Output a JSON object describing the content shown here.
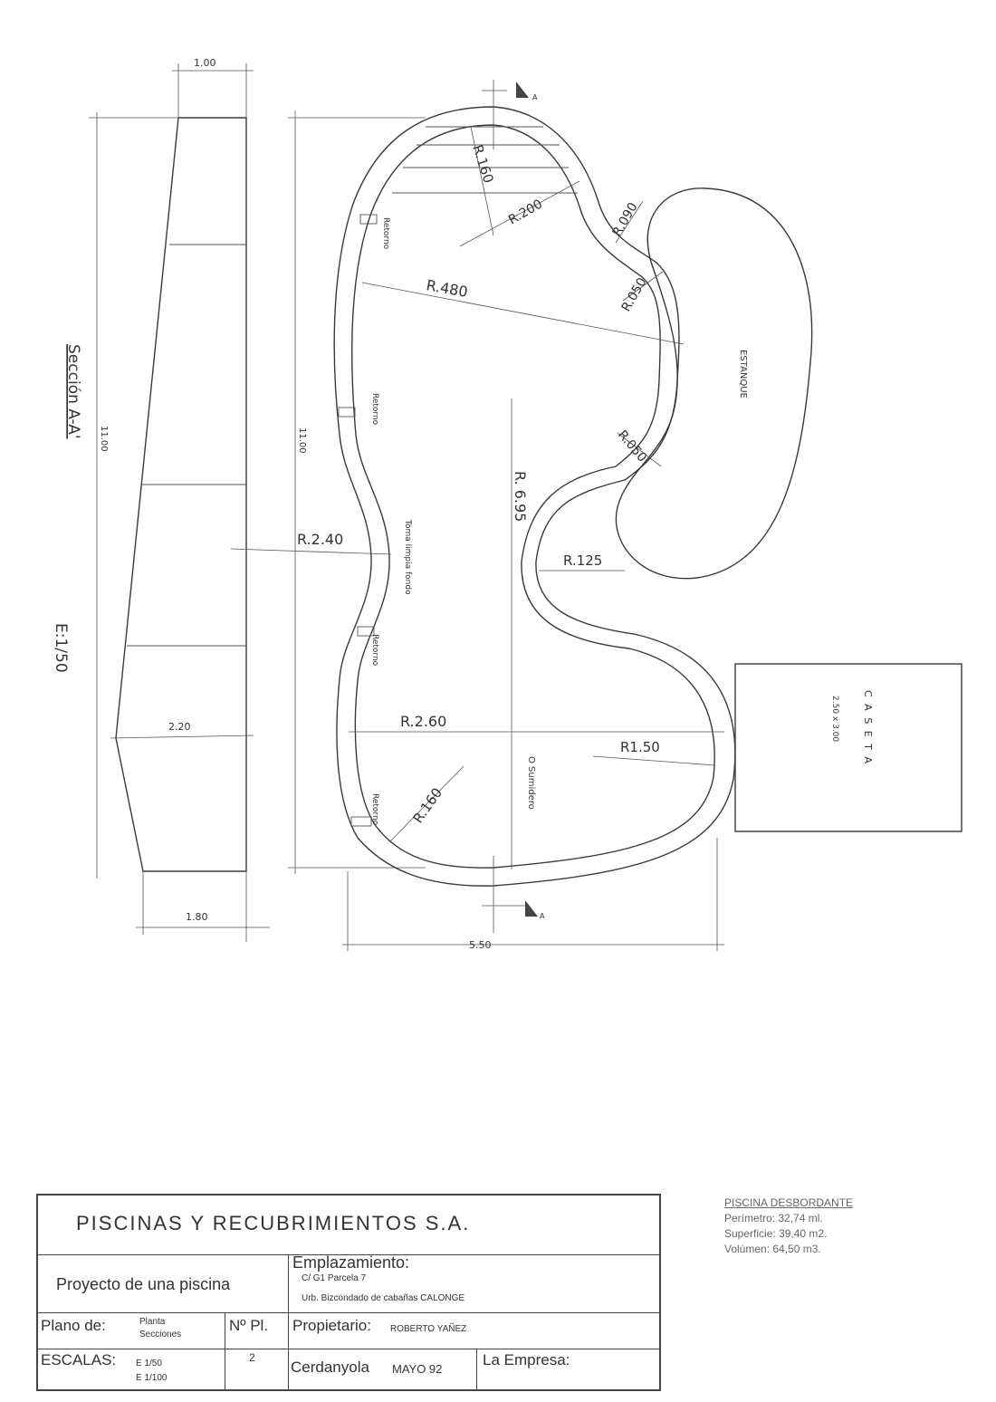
{
  "section": {
    "title": "Sección A-A'",
    "scale": "E:1/50",
    "dims": {
      "top": "1.00",
      "height": "11.00",
      "mid": "2.20",
      "bottom": "1.80"
    }
  },
  "plan": {
    "overall_height": "11.00",
    "overall_width": "5.50",
    "radii": [
      "R.160",
      "R.200",
      "R.090",
      "R.050",
      "R.480",
      "R.050",
      "R. 6.95",
      "R.2.40",
      "R.125",
      "R.2.60",
      "R1.50",
      "R.160"
    ],
    "labels": {
      "retorno": "Retorno",
      "toma": "Toma limpia fondo",
      "sumidero": "O Sumidero",
      "estanque": "ESTANQUE",
      "caseta": "C A S E T A",
      "caseta_size": "2.50 x 3.00",
      "section_mark": "A",
      "section_mark_b": "A'"
    }
  },
  "title_block": {
    "company": "PISCINAS    Y    RECUBRIMIENTOS  S.A.",
    "project": "Proyecto de una piscina",
    "emplazamiento_label": "Emplazamiento:",
    "emplazamiento_line1": "C/ G1  Parcela 7",
    "emplazamiento_line2": "Urb. Bizcondado de cabañas    CALONGE",
    "plano_label": "Plano de:",
    "plano_value1": "Planta",
    "plano_value2": "Secciones",
    "num_label": "Nº Pl.",
    "num_value": "2",
    "escalas_label": "ESCALAS:",
    "escala1": "E  1/50",
    "escala2": "E  1/100",
    "propietario_label": "Propietario:",
    "propietario_value": "ROBERTO YAÑEZ",
    "lugar": "Cerdanyola",
    "fecha": "MAYO  92",
    "empresa_label": "La Empresa:"
  },
  "summary": {
    "heading": "PISCINA DESBORDANTE",
    "perimetro": "Perímetro: 32,74 ml.",
    "superficie": "Superficie: 39,40 m2.",
    "volumen": "Volúmen:  64,50 m3."
  }
}
